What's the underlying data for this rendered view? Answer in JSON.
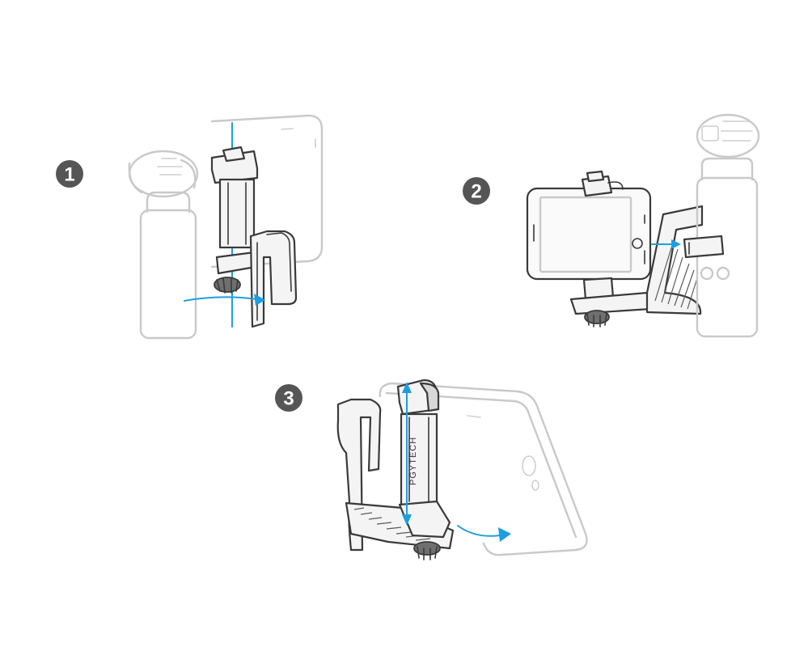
{
  "steps": [
    {
      "number": "1"
    },
    {
      "number": "2"
    },
    {
      "number": "3"
    }
  ],
  "brand_mark": "PGYTECH",
  "colors": {
    "arrow": "#1e9ee0",
    "badge": "#555555",
    "ghost_outline": "#c9c9c9",
    "part_outline": "#3a3a3a"
  },
  "icons": [
    "camera-gimbal-icon",
    "smartphone-icon",
    "phone-clamp-icon",
    "direction-arrow-icon"
  ]
}
